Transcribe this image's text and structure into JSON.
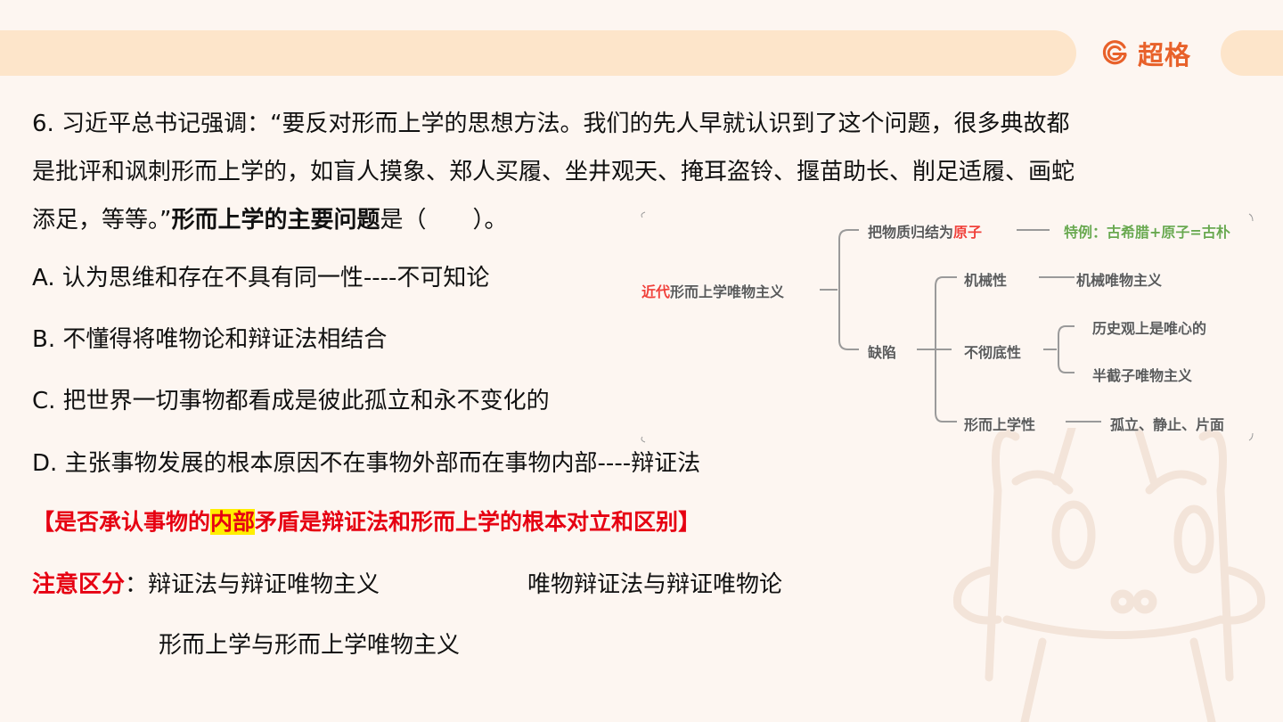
{
  "header": {
    "brand_name": "超格",
    "brand_logo_icon": "g-logo-icon",
    "brand_color": "#e8612a",
    "band_color": "#fde5ca"
  },
  "question": {
    "line1": "6. 习近平总书记强调：“要反对形而上学的思想方法。我们的先人早就认识到了这个问题，很多典故都",
    "line2": "是批评和讽刺形而上学的，如盲人摸象、郑人买履、坐井观天、掩耳盗铃、揠苗助长、削足适履、画蛇",
    "line3_prefix": "添足，等等。”",
    "line3_bold": "形而上学的主要问题",
    "line3_suffix": "是（　　）。"
  },
  "options": [
    {
      "label": "A. 认为思维和存在不具有同一性----不可知论"
    },
    {
      "label": "B. 不懂得将唯物论和辩证法相结合"
    },
    {
      "label": "C. 把世界一切事物都看成是彼此孤立和永不变化的"
    },
    {
      "label": "D. 主张事物发展的根本原因不在事物外部而在事物内部----辩证法"
    }
  ],
  "key_point": {
    "open": "【",
    "before": "是否承认事物的",
    "highlight": "内部",
    "after": "矛盾是辩证法和形而上学的根本对立和区别",
    "close": "】",
    "text_color": "#e60012",
    "highlight_color": "#ffee00"
  },
  "note": {
    "label": "注意区分",
    "colon": "：",
    "item1": "辩证法与辩证唯物主义",
    "item2": "唯物辩证法与辩证唯物论",
    "item3": "形而上学与形而上学唯物主义"
  },
  "mindmap": {
    "root_red": "近代",
    "root_rest": "形而上学唯物主义",
    "branch1_prefix": "把物质归结为",
    "branch1_red": "原子",
    "branch1_example": "特例：古希腊+原子=古朴",
    "branch2": "缺陷",
    "defect1": "机械性",
    "defect1_leaf": "机械唯物主义",
    "defect2": "不彻底性",
    "defect2_leaf1": "历史观上是唯心的",
    "defect2_leaf2": "半截子唯物主义",
    "defect3": "形而上学性",
    "defect3_leaf": "孤立、静止、片面"
  }
}
